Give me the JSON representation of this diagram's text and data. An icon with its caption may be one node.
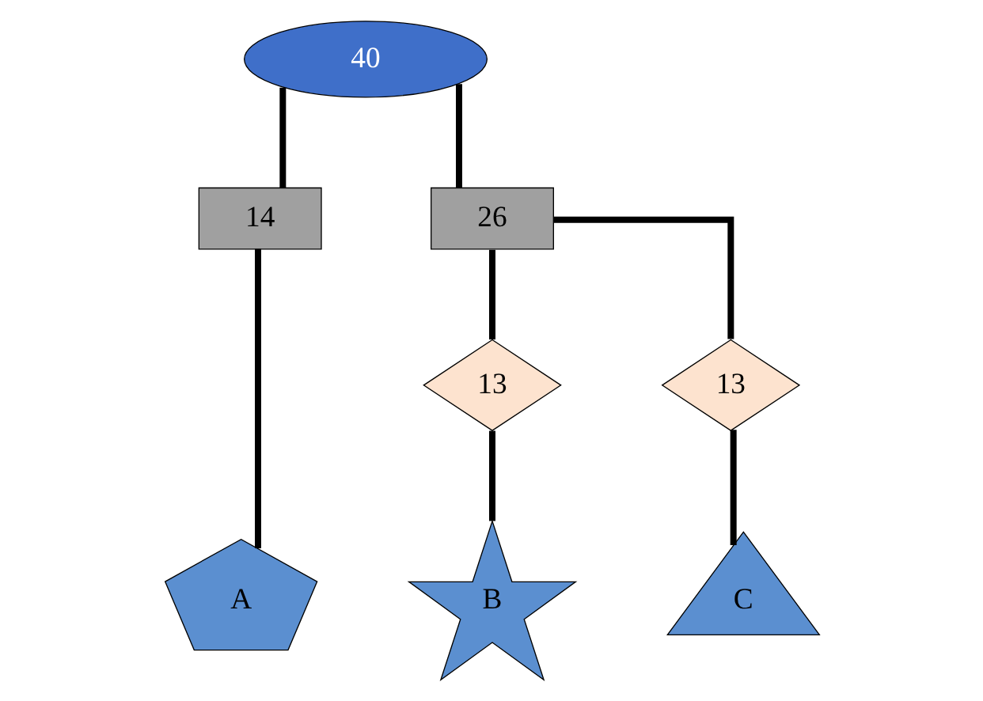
{
  "diagram": {
    "nodes": [
      {
        "text": [
          "40"
        ]
      },
      {
        "text": [
          "14"
        ]
      },
      {
        "text": [
          "26"
        ]
      },
      {
        "text": [
          "13"
        ]
      },
      {
        "text": [
          "13"
        ]
      },
      {
        "text": [
          "A"
        ]
      },
      {
        "text": [
          "B"
        ]
      },
      {
        "text": [
          "C"
        ]
      }
    ],
    "edges": [
      {
        "from": 0,
        "to": 1,
        "arrow": "none"
      },
      {
        "from": 0,
        "to": 2,
        "arrow": "none"
      },
      {
        "from": 2,
        "to": 3,
        "arrow": "none"
      },
      {
        "from": 2,
        "to": 4,
        "arrow": "none"
      },
      {
        "from": 1,
        "to": 5,
        "arrow": "none"
      },
      {
        "from": 3,
        "to": 6,
        "arrow": "none"
      },
      {
        "from": 4,
        "to": 7,
        "arrow": "none"
      }
    ]
  }
}
